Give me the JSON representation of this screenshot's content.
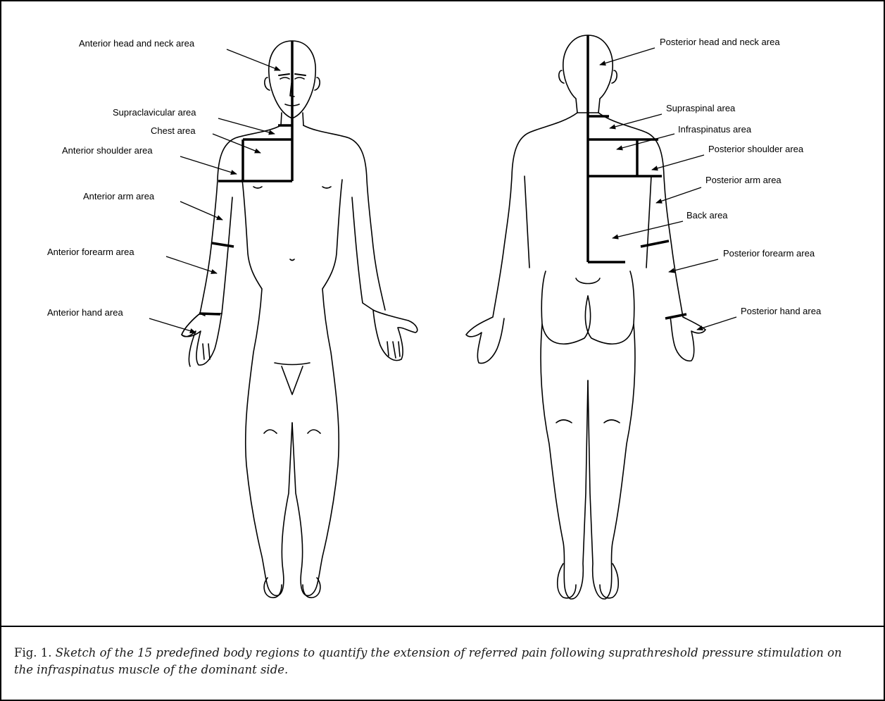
{
  "diagram": {
    "anterior_labels": [
      "Anterior head and neck area",
      "Supraclavicular area",
      "Chest area",
      "Anterior shoulder area",
      "Anterior arm area",
      "Anterior forearm area",
      "Anterior hand area"
    ],
    "posterior_labels": [
      "Posterior head and neck area",
      "Supraspinal area",
      "Infraspinatus area",
      "Posterior shoulder area",
      "Posterior arm area",
      "Back area",
      "Posterior forearm area",
      "Posterior hand area"
    ]
  },
  "caption": {
    "number": "Fig. 1.",
    "text": "Sketch of the 15 predefined body regions to quantify the extension of referred pain following suprathreshold pressure stimulation on the infraspinatus muscle of the dominant side."
  }
}
